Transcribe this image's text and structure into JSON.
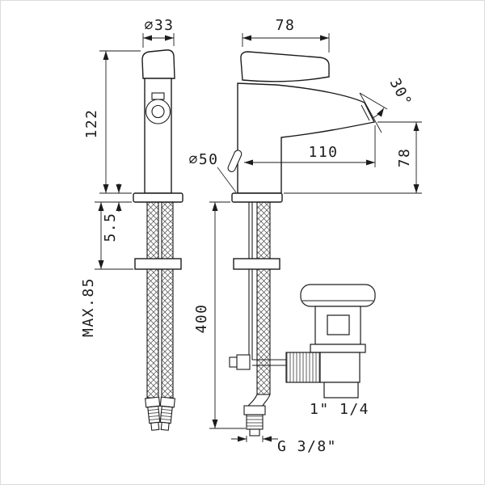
{
  "page": {
    "background": "#ffffff",
    "line_color": "#1c1c1c"
  },
  "drawing": {
    "labels": {
      "dia33": "⌀33",
      "height_122": "122",
      "plate_5_5": "5.5",
      "max_85": "MAX.85",
      "dia50": "⌀50",
      "width_78_top": "78",
      "angle_30": "30°",
      "reach_110": "110",
      "height_78_side": "78",
      "hose_400": "400",
      "drain_1_1_4": "1\" 1/4",
      "thread_g38": "G 3/8\""
    }
  }
}
